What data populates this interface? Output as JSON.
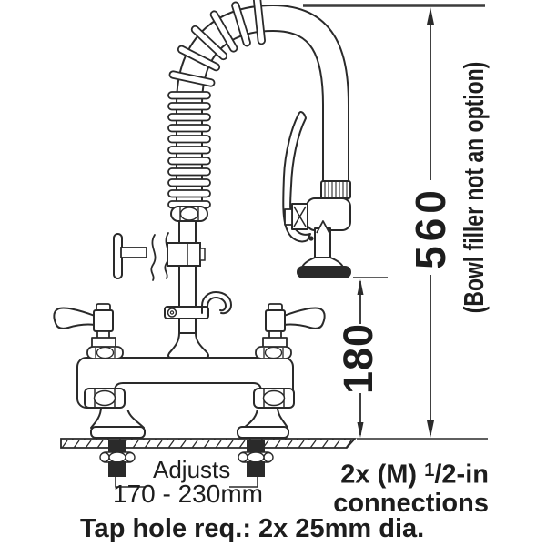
{
  "texts": {
    "dim_total_height": "560",
    "dim_spray_to_deck": "180",
    "side_note": "(Bowl filler not an option)",
    "adjusts_label": "Adjusts",
    "adjusts_range": "170 - 230mm",
    "connections_prefix": "2x (M) ",
    "connections_sup": "1",
    "connections_suffix": "/2-in",
    "connections_line2": "connections",
    "tap_hole_note": "Tap hole req.: 2x 25mm dia."
  },
  "colors": {
    "line": "#2a2a2a",
    "reference_line": "#3c3c3c",
    "background": "#ffffff"
  }
}
